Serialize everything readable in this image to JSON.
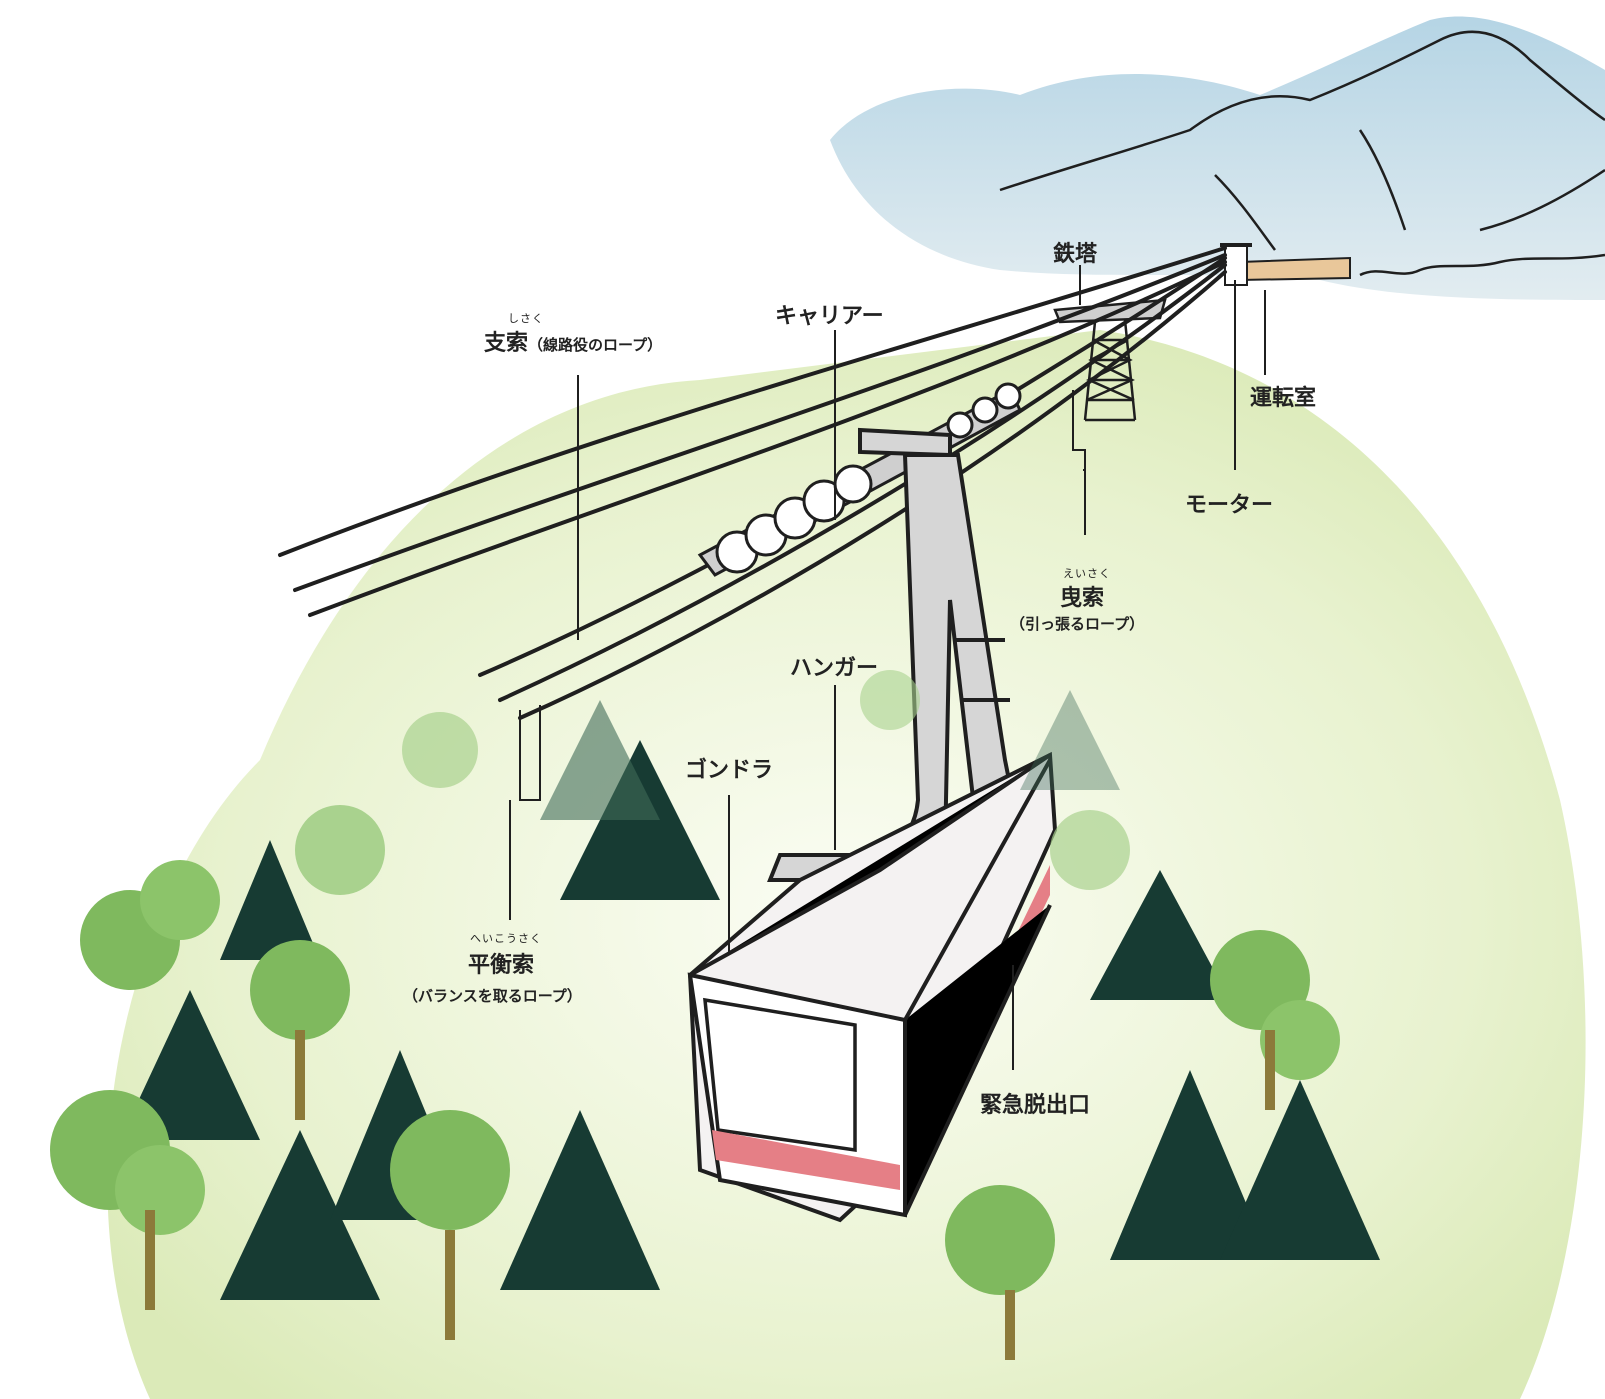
{
  "colors": {
    "sky": "#b9d6e6",
    "hill": "#e6f0cc",
    "conifer": "#173b33",
    "conifer_faded": "#3f6b57",
    "broadleaf": "#7fb95e",
    "broadleaf_faded": "#a9d28e",
    "trunk": "#8c7a3a",
    "hanger": "#d6d6d6",
    "gondola_body": "#f4f2f2",
    "stripe": "#e57f86",
    "building": "#e9c79a",
    "line": "#1f1f1f"
  },
  "labels": {
    "tower": "鉄塔",
    "carrier": "キャリアー",
    "track_rope": {
      "ruby": "しさく",
      "main": "支索",
      "note": "（線路役のロープ）"
    },
    "control_room": "運転室",
    "motor": "モーター",
    "haul_rope": {
      "ruby": "えいさく",
      "main": "曳索",
      "note": "（引っ張るロープ）"
    },
    "hanger": "ハンガー",
    "gondola": "ゴンドラ",
    "balance_rope": {
      "ruby": "へいこうさく",
      "main": "平衡索",
      "note": "（バランスを取るロープ）"
    },
    "emergency_exit": "緊急脱出口"
  }
}
